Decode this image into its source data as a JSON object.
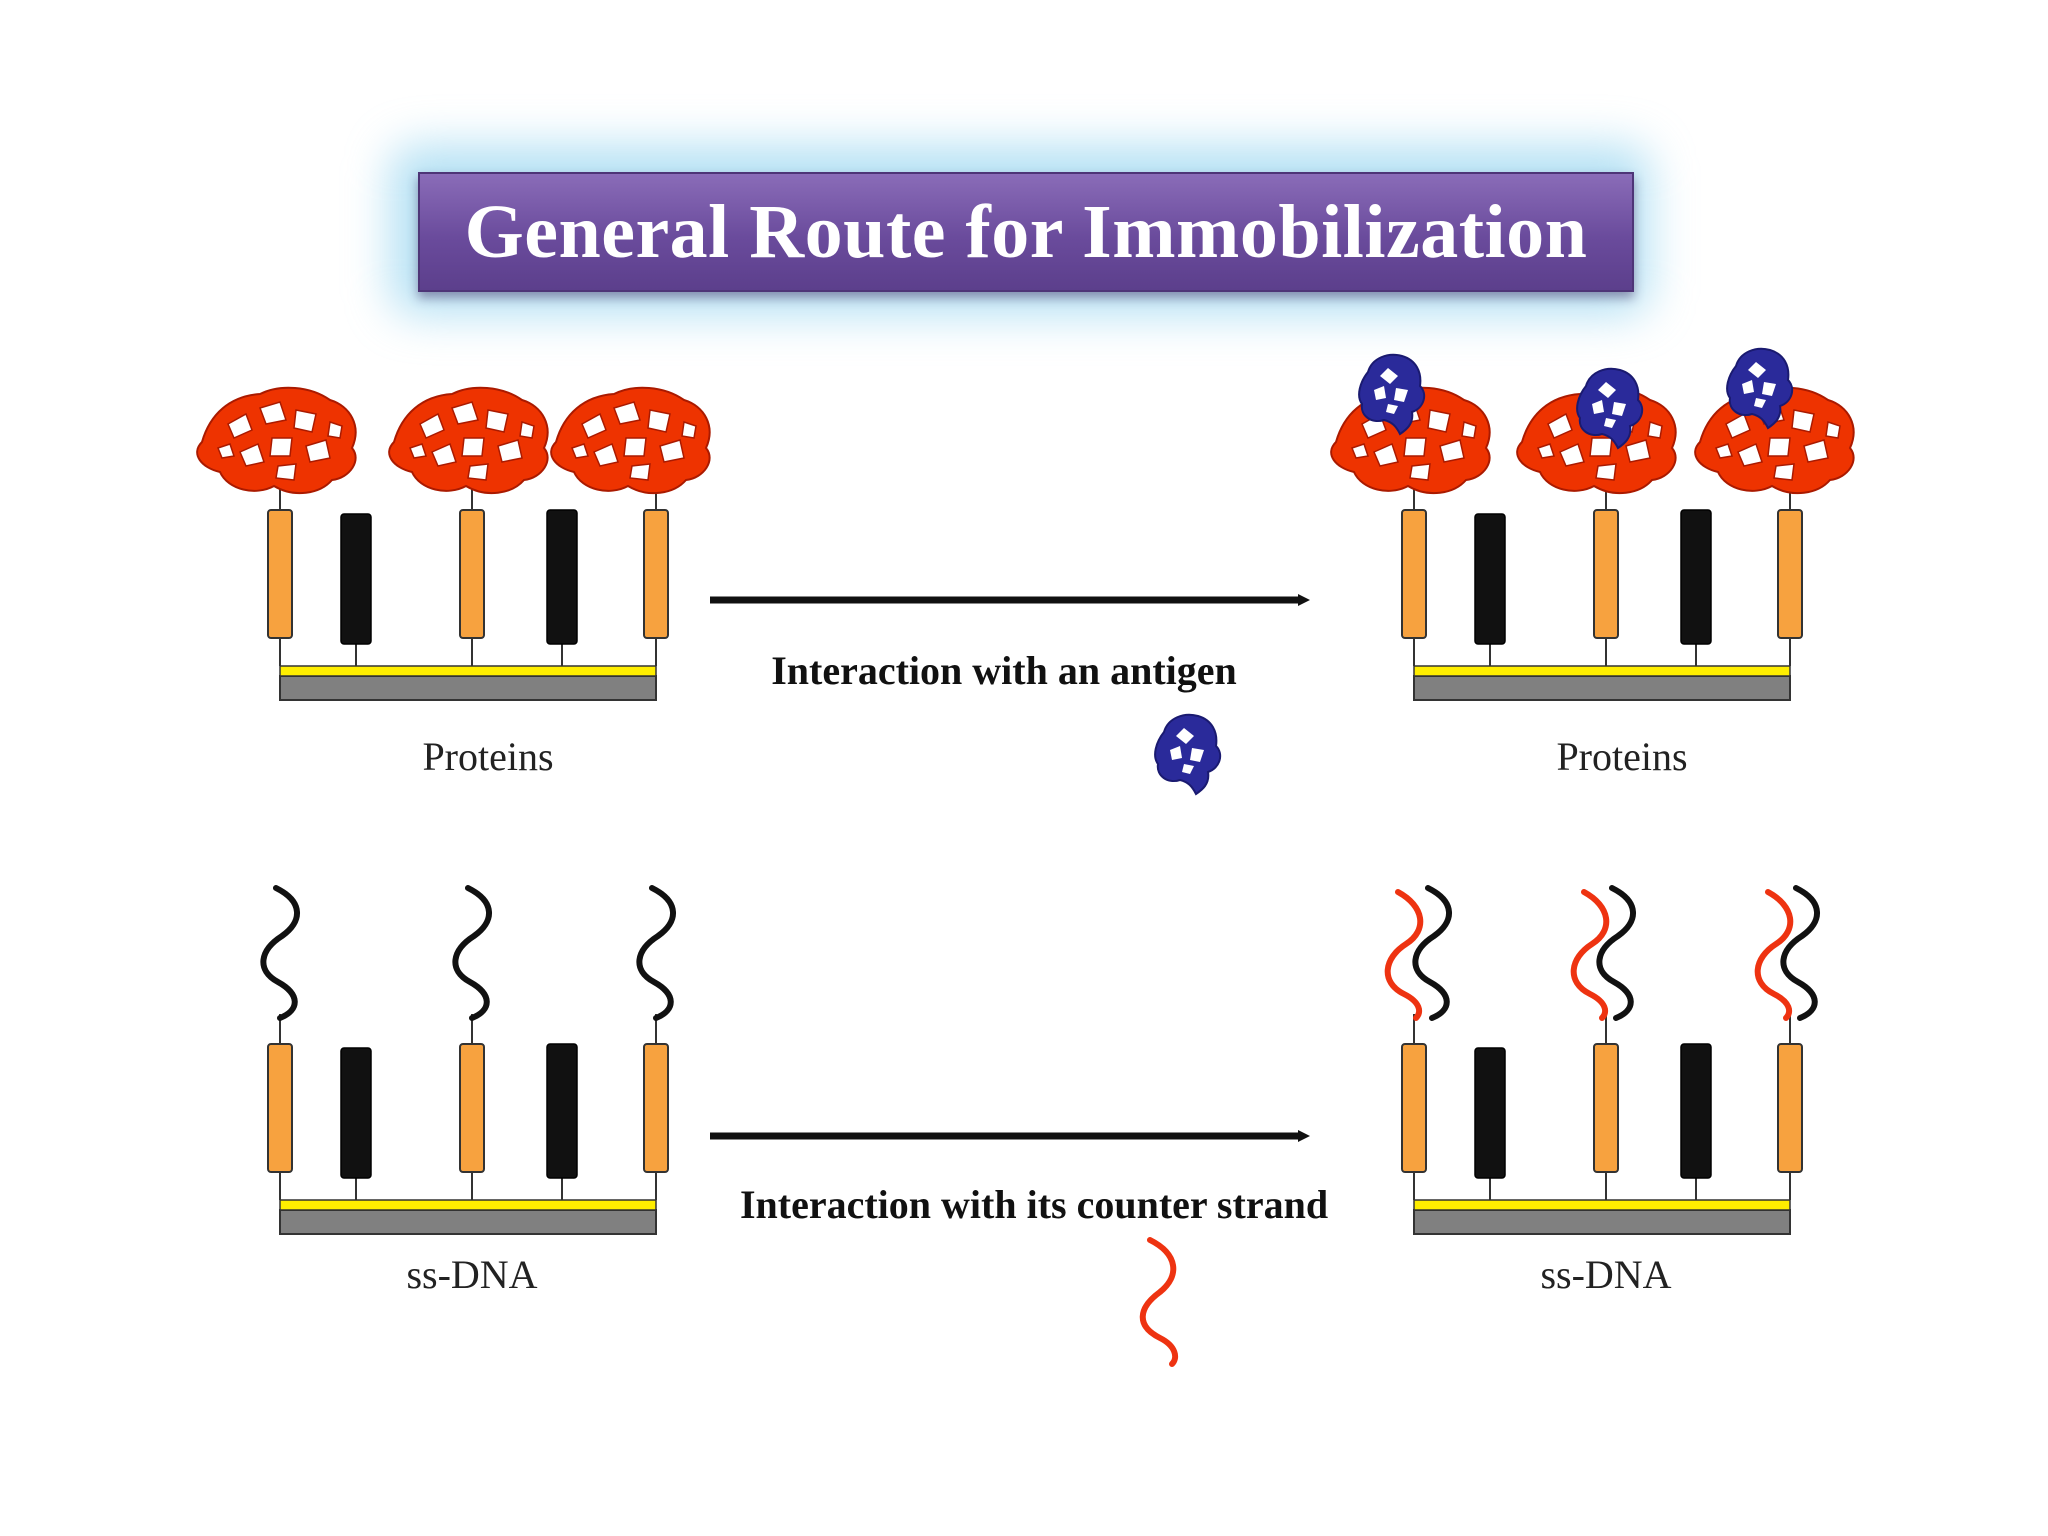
{
  "title": "General Route for Immobilization",
  "rows": [
    {
      "arrow_label": "Interaction with an antigen",
      "left_label": "Proteins",
      "right_label": "Proteins"
    },
    {
      "arrow_label": "Interaction with its counter strand",
      "left_label": "ss-DNA",
      "right_label": "ss-DNA"
    }
  ],
  "colors": {
    "title_fill": "#6a4b9c",
    "title_glow": "#78c8eb",
    "linker_orange": "#f7a23f",
    "spacer_black": "#111111",
    "gold_layer": "#ffee00",
    "substrate_gray": "#808080",
    "protein_red": "#ee3300",
    "antigen_blue": "#2a2a9a",
    "dna_black": "#111111",
    "dna_red": "#ee3311"
  },
  "icons": [
    "protein-blob-icon",
    "antigen-icon",
    "dna-strand-icon",
    "arrow-right-icon"
  ]
}
